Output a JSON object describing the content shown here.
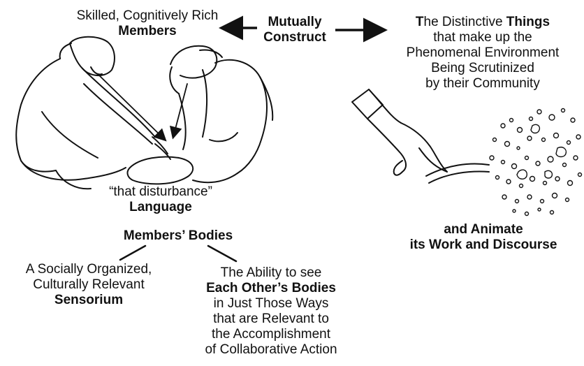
{
  "members": {
    "line1": "Skilled, Cognitively Rich",
    "line2": "Members"
  },
  "mutually": {
    "line1": "Mutually",
    "line2": "Construct"
  },
  "things": {
    "pre": "T",
    "line1_rest": "he Distinctive ",
    "line1_bold": "Things",
    "line2": "that make up the",
    "line3": "Phenomenal Environment",
    "line4": "Being Scrutinized",
    "line5": "by their Community"
  },
  "disturbance": {
    "quote": "“that disturbance”",
    "label": "Language"
  },
  "bodies": {
    "title": "Members’ Bodies"
  },
  "sensorium": {
    "line1": "A Socially Organized,",
    "line2": "Culturally Relevant",
    "line3": "Sensorium"
  },
  "ability": {
    "line1": "The Ability to see",
    "line2": "Each Other’s Bodies",
    "line3": "in Just Those Ways",
    "line4": "that are Relevant to",
    "line5": "the Accomplishment",
    "line6": "of Collaborative Action"
  },
  "animate": {
    "line1": "and Animate",
    "line2": "its Work and Discourse"
  }
}
